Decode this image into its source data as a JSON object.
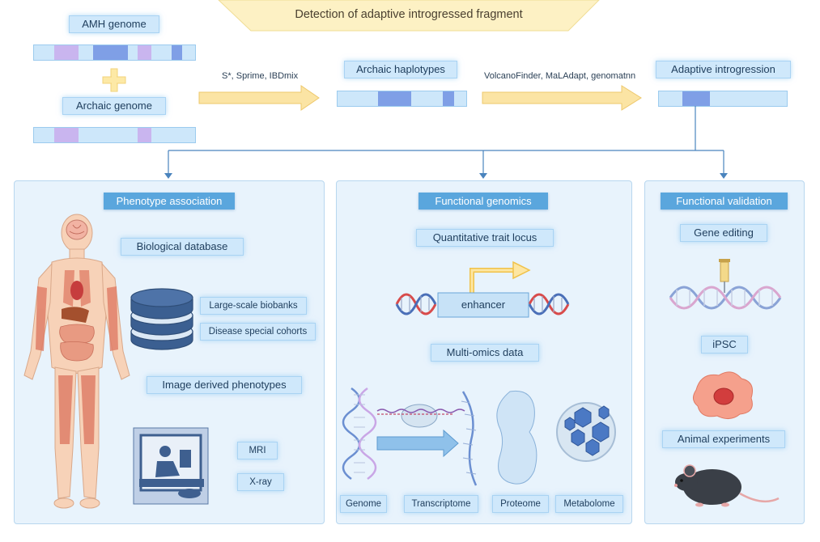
{
  "title": "Detection of adaptive introgressed fragment",
  "top": {
    "amh_genome": "AMH genome",
    "archaic_genome": "Archaic genome",
    "tools1": "S*, Sprime, IBDmix",
    "archaic_haplotypes": "Archaic haplotypes",
    "tools2": "VolcanoFinder, MaLAdapt, genomatnn",
    "adaptive_introgression": "Adaptive introgression"
  },
  "panel1": {
    "header": "Phenotype association",
    "biological_database": "Biological database",
    "large_scale_biobanks": "Large-scale biobanks",
    "disease_cohorts": "Disease special cohorts",
    "image_phenotypes": "Image derived phenotypes",
    "mri": "MRI",
    "xray": "X-ray"
  },
  "panel2": {
    "header": "Functional genomics",
    "qtl": "Quantitative trait locus",
    "enhancer": "enhancer",
    "multi_omics": "Multi-omics data",
    "omics": [
      "Genome",
      "Transcriptome",
      "Proteome",
      "Metabolome"
    ]
  },
  "panel3": {
    "header": "Functional validation",
    "gene_editing": "Gene editing",
    "ipsc": "iPSC",
    "animal": "Animal experiments"
  },
  "colors": {
    "panel_bg": "#e8f3fc",
    "header_bg": "#5aa6dd",
    "label_bg": "#cfe8fb",
    "amh_segment": "#7f9fe6",
    "archaic_segment": "#c9b5ef",
    "arrow": "#f3d98a"
  }
}
